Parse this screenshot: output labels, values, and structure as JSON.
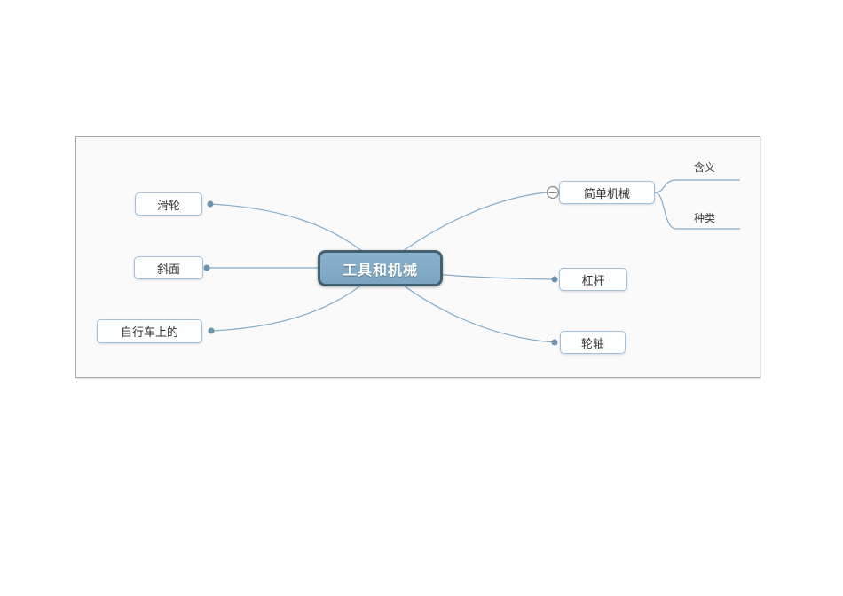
{
  "diagram": {
    "type": "mindmap",
    "root": {
      "label": "工具和机械"
    },
    "branches_left": [
      {
        "label": "滑轮"
      },
      {
        "label": "斜面"
      },
      {
        "label": "自行车上的"
      }
    ],
    "branches_right": [
      {
        "label": "简单机械",
        "collapse_icon": "minus-circle",
        "children": [
          {
            "label": "含义"
          },
          {
            "label": "种类"
          }
        ]
      },
      {
        "label": "杠杆"
      },
      {
        "label": "轮轴"
      }
    ],
    "colors": {
      "root_fill": "#7BA6C3",
      "root_border": "#42606F",
      "root_text": "#FFFFFF",
      "branch_border": "#A3C0D6",
      "branch_text": "#333333",
      "line": "#86ABC6",
      "dot": "#6D94AE",
      "canvas_bg": "#FAFAFA",
      "canvas_border": "#A8A8A8"
    }
  }
}
